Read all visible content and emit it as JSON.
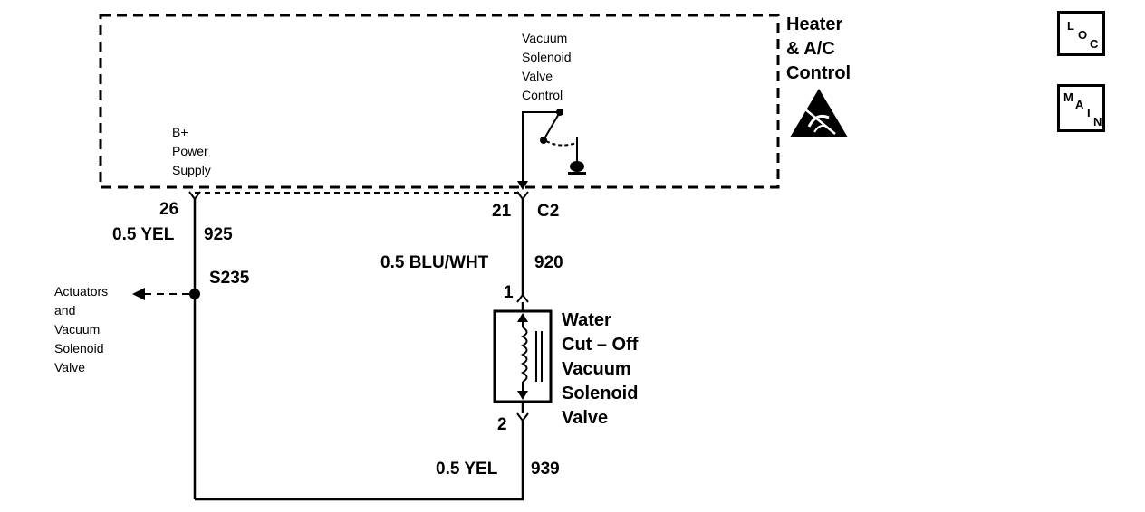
{
  "module": {
    "title_lines": [
      "Heater",
      "& A/C",
      "Control"
    ],
    "b_plus_lines": [
      "B+",
      "Power",
      "Supply"
    ],
    "valve_control_lines": [
      "Vacuum",
      "Solenoid",
      "Valve",
      "Control"
    ]
  },
  "pins": {
    "left_pin": "26",
    "right_pin": "21",
    "connector": "C2",
    "valve_pin_top": "1",
    "valve_pin_bottom": "2"
  },
  "wires": {
    "left_gauge_color": "0.5 YEL",
    "left_circuit": "925",
    "mid_gauge_color": "0.5 BLU/WHT",
    "mid_circuit": "920",
    "bottom_gauge_color": "0.5 YEL",
    "bottom_circuit": "939"
  },
  "splice": {
    "id": "S235"
  },
  "actuators": {
    "lines": [
      "Actuators",
      "and",
      "Vacuum",
      "Solenoid",
      "Valve"
    ]
  },
  "valve": {
    "lines": [
      "Water",
      "Cut – Off",
      "Vacuum",
      "Solenoid",
      "Valve"
    ]
  },
  "badges": {
    "loc": [
      "L",
      "O",
      "C"
    ],
    "main": [
      "M",
      "A",
      "I",
      "N"
    ]
  },
  "icons": {
    "esd": "esd-warning-icon",
    "ground": "ground-icon"
  }
}
